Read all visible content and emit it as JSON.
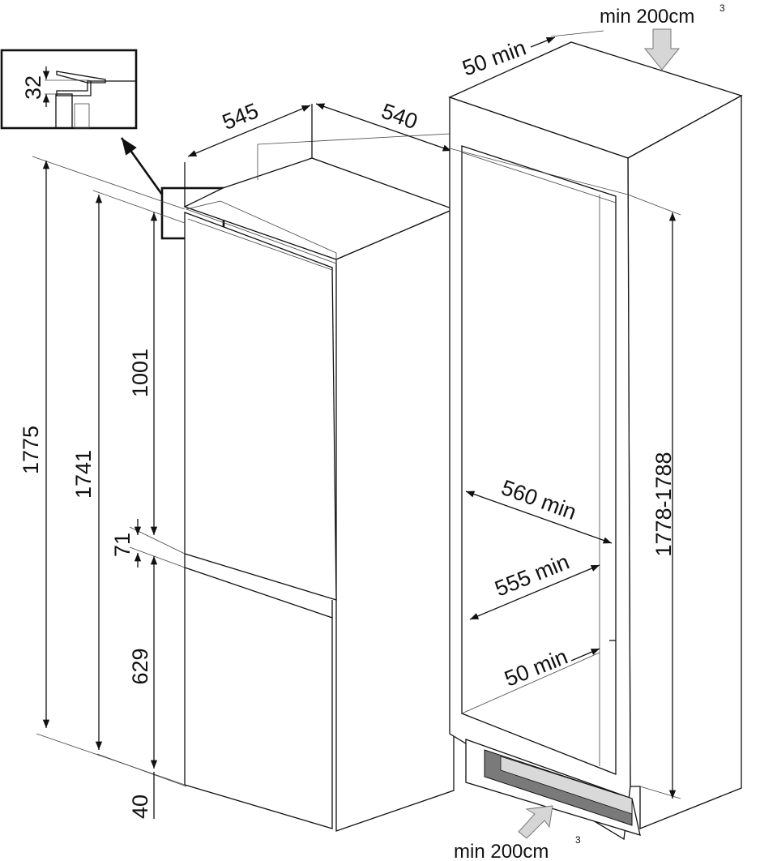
{
  "appliance": {
    "detail_callout": "32",
    "width": "545",
    "depth": "540",
    "total_height": "1775",
    "door_height_total": "1741",
    "upper_door": "1001",
    "gap": "71",
    "lower_door": "629",
    "bottom": "40"
  },
  "cabinet": {
    "top_vent_label": "min 200cm",
    "top_vent_sup": "3",
    "rear_gap_top": "50 min",
    "niche_height": "1778-1788",
    "niche_width": "560 min",
    "inner_width": "555 min",
    "rear_gap_bottom": "50 min",
    "bottom_vent_label": "min 200cm",
    "bottom_vent_sup": "3"
  },
  "colors": {
    "line": "#111111",
    "arrow_fill": "#d6d6d6",
    "vent_dark": "#7a7a7a",
    "vent_light": "#d9d9d9"
  }
}
